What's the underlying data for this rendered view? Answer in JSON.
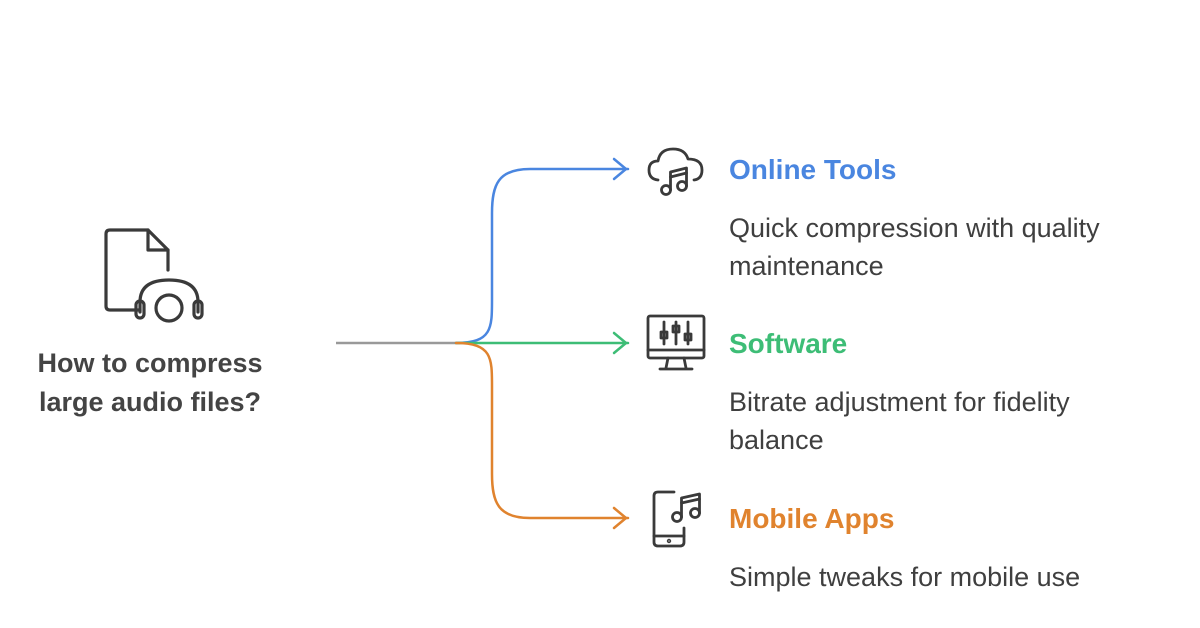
{
  "root": {
    "lines": [
      "How to compress",
      "large audio files?"
    ],
    "icon": "audio-file-headphones-icon"
  },
  "branches": [
    {
      "title": "Online Tools",
      "description_lines": [
        "Quick compression with quality",
        "maintenance"
      ],
      "color": "#4a86e0",
      "icon": "cloud-music-icon"
    },
    {
      "title": "Software",
      "description_lines": [
        "Bitrate adjustment for fidelity",
        "balance"
      ],
      "color": "#3dbd76",
      "icon": "monitor-equalizer-icon"
    },
    {
      "title": "Mobile Apps",
      "description_lines": [
        "Simple tweaks for mobile use"
      ],
      "color": "#e0832e",
      "icon": "phone-music-icon"
    }
  ],
  "colors": {
    "trunk": "#999999",
    "icon_stroke": "#3a3a3a",
    "text": "#3f3f3f",
    "root_text": "#444444"
  }
}
